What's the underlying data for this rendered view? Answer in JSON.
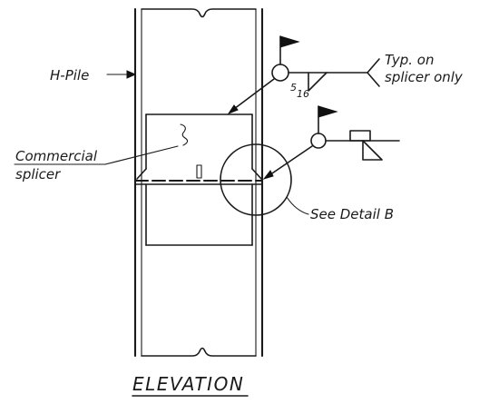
{
  "drawing": {
    "title": "ELEVATION",
    "labels": {
      "h_pile": "H-Pile",
      "commercial": "Commercial",
      "splicer": "splicer",
      "typ_line1": "Typ. on",
      "typ_line2": "splicer only",
      "see_detail": "See Detail B",
      "weld_size_num": "5",
      "weld_size_den": "16"
    }
  }
}
